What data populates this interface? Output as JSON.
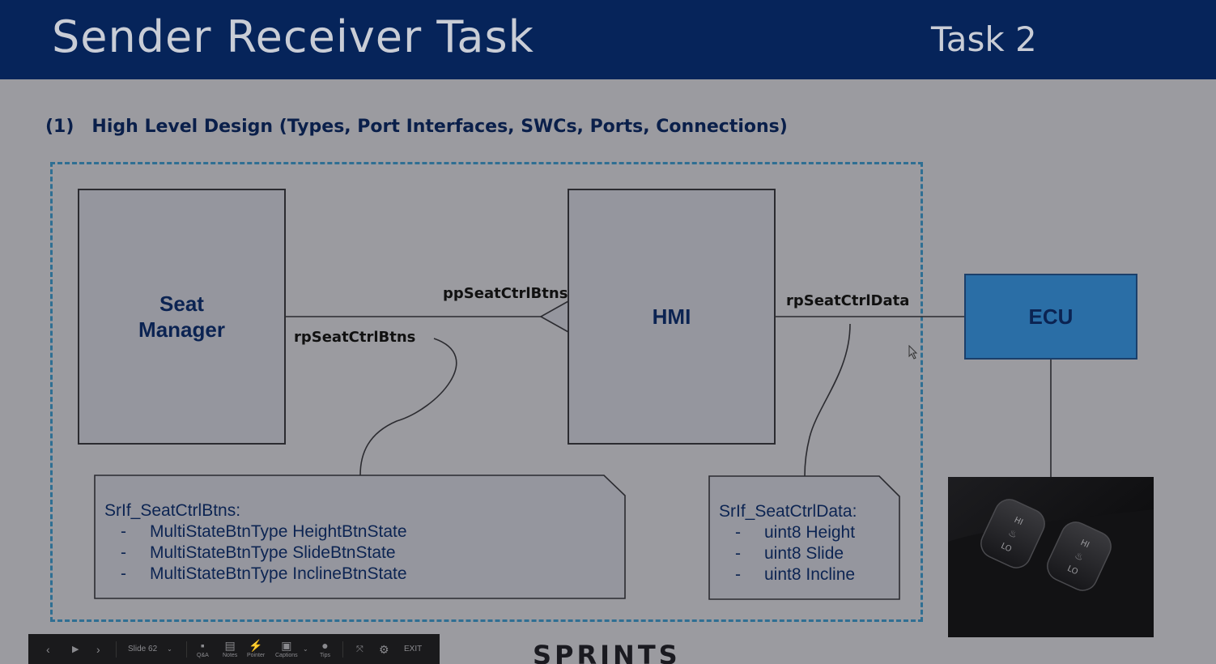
{
  "slide": {
    "title": "Sender Receiver Task",
    "task_label": "Task 2",
    "heading_number": "(1)",
    "heading_text": "High Level Design (Types, Port Interfaces, SWCs, Ports, Connections)"
  },
  "diagram": {
    "swc_seat_manager_line1": "Seat",
    "swc_seat_manager_line2": "Manager",
    "swc_hmi": "HMI",
    "ecu": "ECU",
    "port_pp_seat_ctrl_btns": "ppSeatCtrlBtns",
    "port_rp_seat_ctrl_btns": "rpSeatCtrlBtns",
    "port_rp_seat_ctrl_data": "rpSeatCtrlData",
    "note_btns": {
      "title": "SrIf_SeatCtrlBtns:",
      "items": [
        "MultiStateBtnType HeightBtnState",
        "MultiStateBtnType SlideBtnState",
        "MultiStateBtnType InclineBtnState"
      ]
    },
    "note_data": {
      "title": "SrIf_SeatCtrlData:",
      "items": [
        "uint8 Height",
        "uint8 Slide",
        "uint8 Incline"
      ]
    },
    "bullet": "-"
  },
  "thumbnail": {
    "button_hi": "HI",
    "button_lo": "LO"
  },
  "toolbar": {
    "slide_label": "Slide 62",
    "qa_label": "Q&A",
    "notes_label": "Notes",
    "pointer_label": "Pointer",
    "captions_label": "Captions",
    "tips_label": "Tips",
    "exit_label": "EXIT"
  },
  "footer": {
    "logo_text": "SPRINTS"
  },
  "colors": {
    "header_bg": "#06245a",
    "slide_bg": "#9b9ba0",
    "ecu_fill": "#2a6ea6",
    "dash_border": "#2f6f93"
  }
}
